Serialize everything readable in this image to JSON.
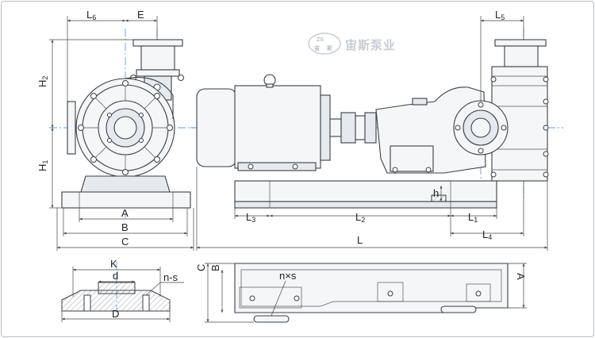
{
  "brand": {
    "logo_letters": "ZS",
    "logo_sub": "宙",
    "logo_sub2": "斯",
    "name": "宙斯泵业"
  },
  "front_view": {
    "L6": "L6",
    "E": "E",
    "H2": "H2",
    "H1": "H1",
    "A": "A",
    "B": "B",
    "C": "C"
  },
  "side_view": {
    "L5": "L5",
    "h": "h",
    "L3": "L3",
    "L2": "L2",
    "L1": "L1",
    "L4": "L4",
    "L": "L"
  },
  "foot_detail": {
    "K": "K",
    "d": "d",
    "ns": "n-s",
    "D": "D"
  },
  "base_plan": {
    "C": "C",
    "B": "B",
    "nxs": "n×s",
    "A": "A"
  },
  "colors": {
    "outline": "#3a3f45",
    "centerline": "#3a7fd0",
    "logo": "#c8cdd2"
  }
}
